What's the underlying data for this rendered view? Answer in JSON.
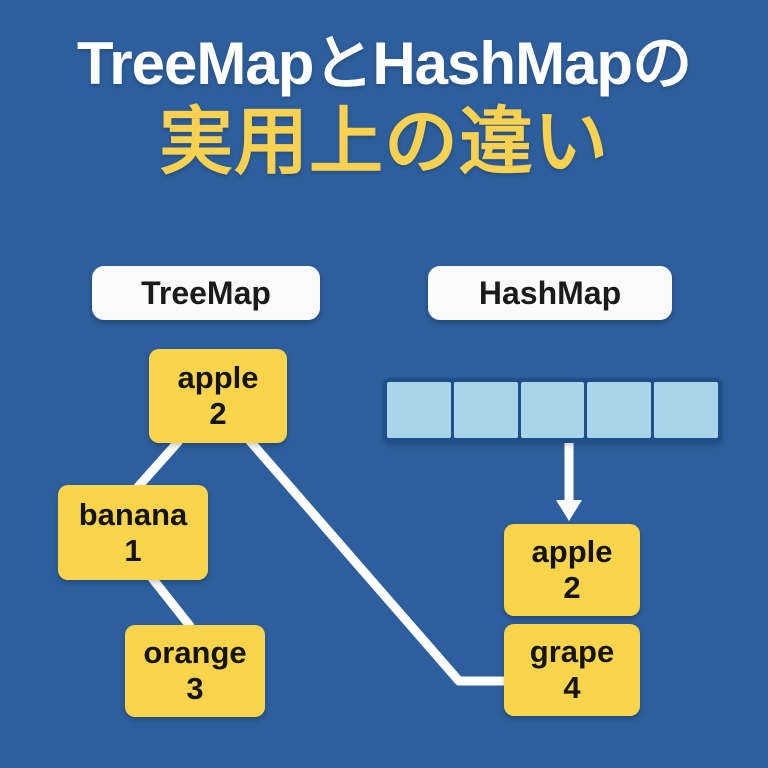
{
  "theme": {
    "background": "#2d5f9e",
    "node_fill": "#fad44b",
    "node_text": "#141414",
    "title_white": "#ffffff",
    "title_yellow": "#f7d14f",
    "pill_fill": "#fbfbfb",
    "bucket_fill": "#a9d5ea",
    "bucket_frame": "#1e4f8a",
    "connector": "#ffffff"
  },
  "title": {
    "line1": "TreeMapとHashMapの",
    "line2": "実用上の違い"
  },
  "sections": {
    "treemap_label": "TreeMap",
    "hashmap_label": "HashMap"
  },
  "treemap": {
    "nodes": [
      {
        "key": "apple",
        "value": "2"
      },
      {
        "key": "banana",
        "value": "1"
      },
      {
        "key": "orange",
        "value": "3"
      }
    ]
  },
  "hashmap": {
    "buckets": [
      "",
      "",
      "",
      "",
      ""
    ],
    "bucket_count": 5,
    "entries": [
      {
        "key": "apple",
        "value": "2"
      },
      {
        "key": "grape",
        "value": "4"
      }
    ]
  }
}
